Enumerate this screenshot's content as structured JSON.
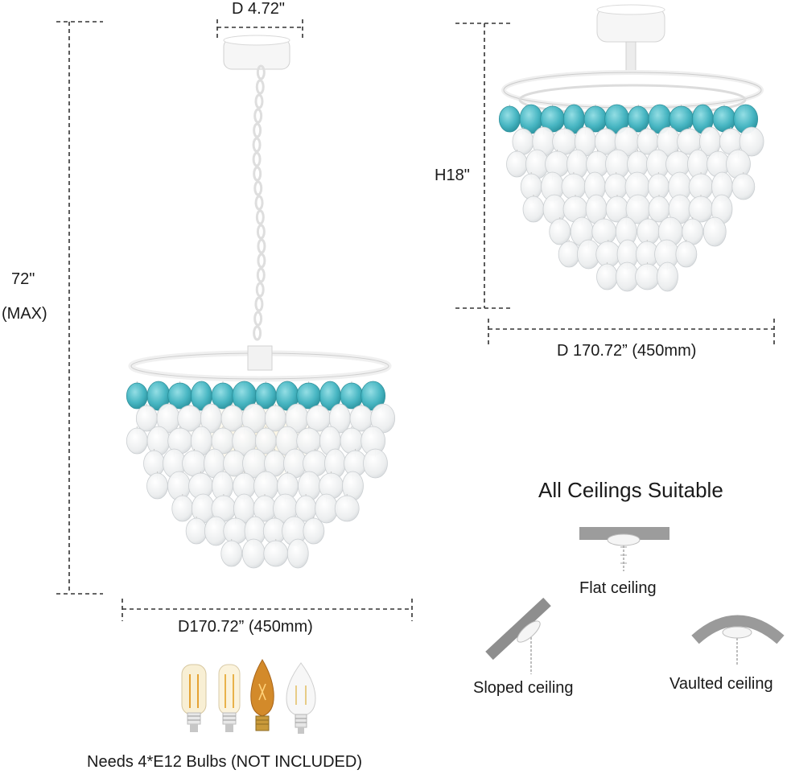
{
  "labels": {
    "top_diameter": "D 4.72\"",
    "height_max_value": "72\"",
    "height_max_note": "(MAX)",
    "left_diameter": "D170.72”  (450mm)",
    "right_height": "H18\"",
    "right_diameter": "D 170.72”  (450mm)",
    "ceilings_heading": "All Ceilings Suitable",
    "flat_ceiling": "Flat ceiling",
    "sloped_ceiling": "Sloped ceiling",
    "vaulted_ceiling": "Vaulted ceiling",
    "bulbs_note": "Needs 4*E12 Bulbs (NOT INCLUDED)"
  },
  "colors": {
    "shell_teal": "#3fb3c0",
    "shell_white": "#eef0f1",
    "metal_white": "#f4f4f4",
    "ceiling_gray": "#9c9c9c",
    "dimension_line": "#333333",
    "bulb_amber": "#d38a2a"
  },
  "icons": [
    "pendant-chandelier-photo",
    "semi-flush-chandelier-photo",
    "flat-ceiling-icon",
    "sloped-ceiling-icon",
    "vaulted-ceiling-icon",
    "bulb-icon"
  ]
}
